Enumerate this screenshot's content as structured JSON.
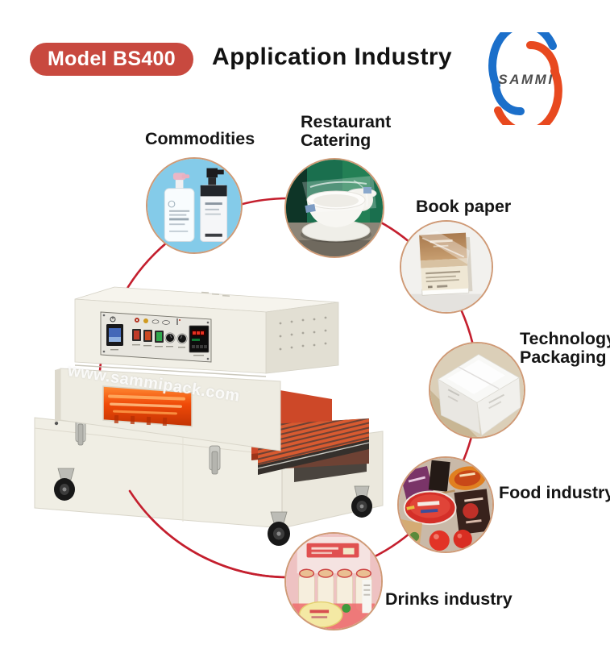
{
  "header": {
    "badge": "Model BS400",
    "title": "Application Industry"
  },
  "logo": {
    "text": "SAMMI"
  },
  "watermark": "www.sammipack.com",
  "applications": [
    {
      "id": "commodities",
      "line1": "Commodities",
      "line2": ""
    },
    {
      "id": "restaurant-catering",
      "line1": "Restaurant",
      "line2": "Catering"
    },
    {
      "id": "book-paper",
      "line1": "Book paper",
      "line2": ""
    },
    {
      "id": "technology-packaging",
      "line1": "Technology",
      "line2": "Packaging"
    },
    {
      "id": "food-industry",
      "line1": "Food industry",
      "line2": ""
    },
    {
      "id": "drinks-industry",
      "line1": "Drinks industry",
      "line2": ""
    }
  ],
  "colors": {
    "badge_red": "#c8493f",
    "ring_red": "#c41f2e",
    "circle_border_tan": "#cf9a76",
    "logo_blue": "#1b6fca",
    "logo_red": "#e8491f",
    "machine_body": "#efede3",
    "tunnel_glow_orange": "#ff5a1e",
    "side_panel_red": "#cd4828"
  }
}
